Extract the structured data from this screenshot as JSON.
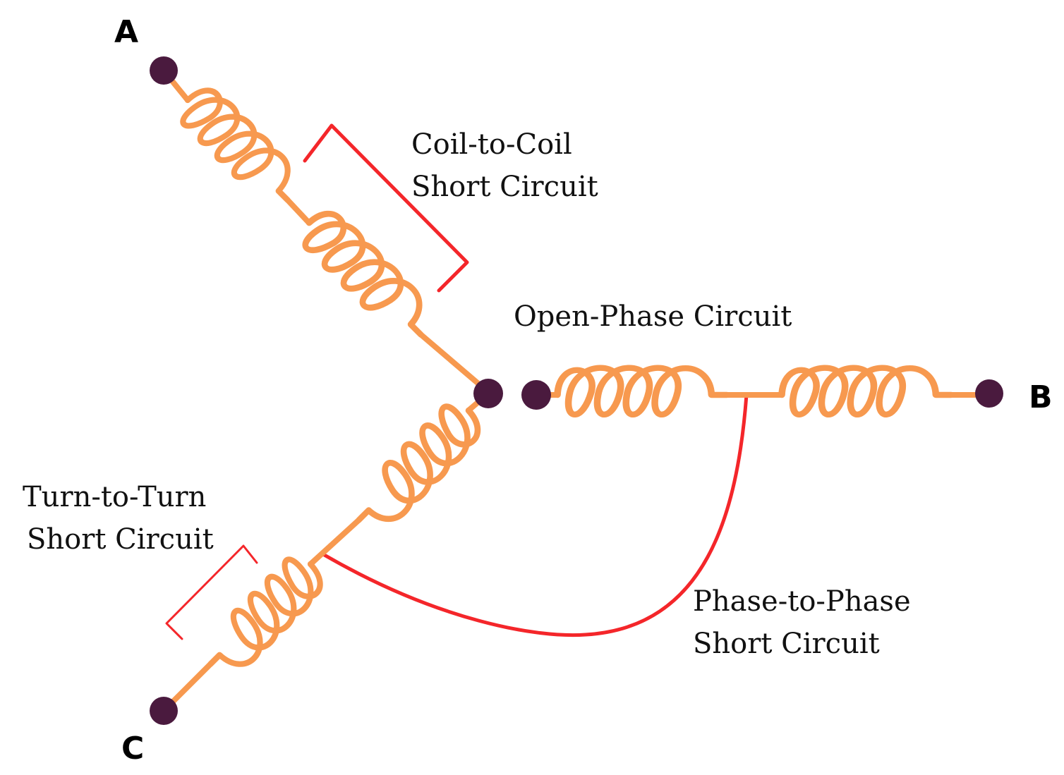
{
  "terminals": {
    "a": "A",
    "b": "B",
    "c": "C"
  },
  "labels": {
    "coil_to_coil": {
      "line1": "Coil-to-Coil",
      "line2": "Short Circuit"
    },
    "open_phase": "Open-Phase Circuit",
    "turn_to_turn": {
      "line1": "Turn-to-Turn",
      "line2": "Short Circuit"
    },
    "phase_to_phase": {
      "line1": "Phase-to-Phase",
      "line2": "Short Circuit"
    }
  },
  "colors": {
    "winding": "#f7994f",
    "fault": "#f4262a",
    "node": "#4a1a3e",
    "text": "#111111"
  }
}
